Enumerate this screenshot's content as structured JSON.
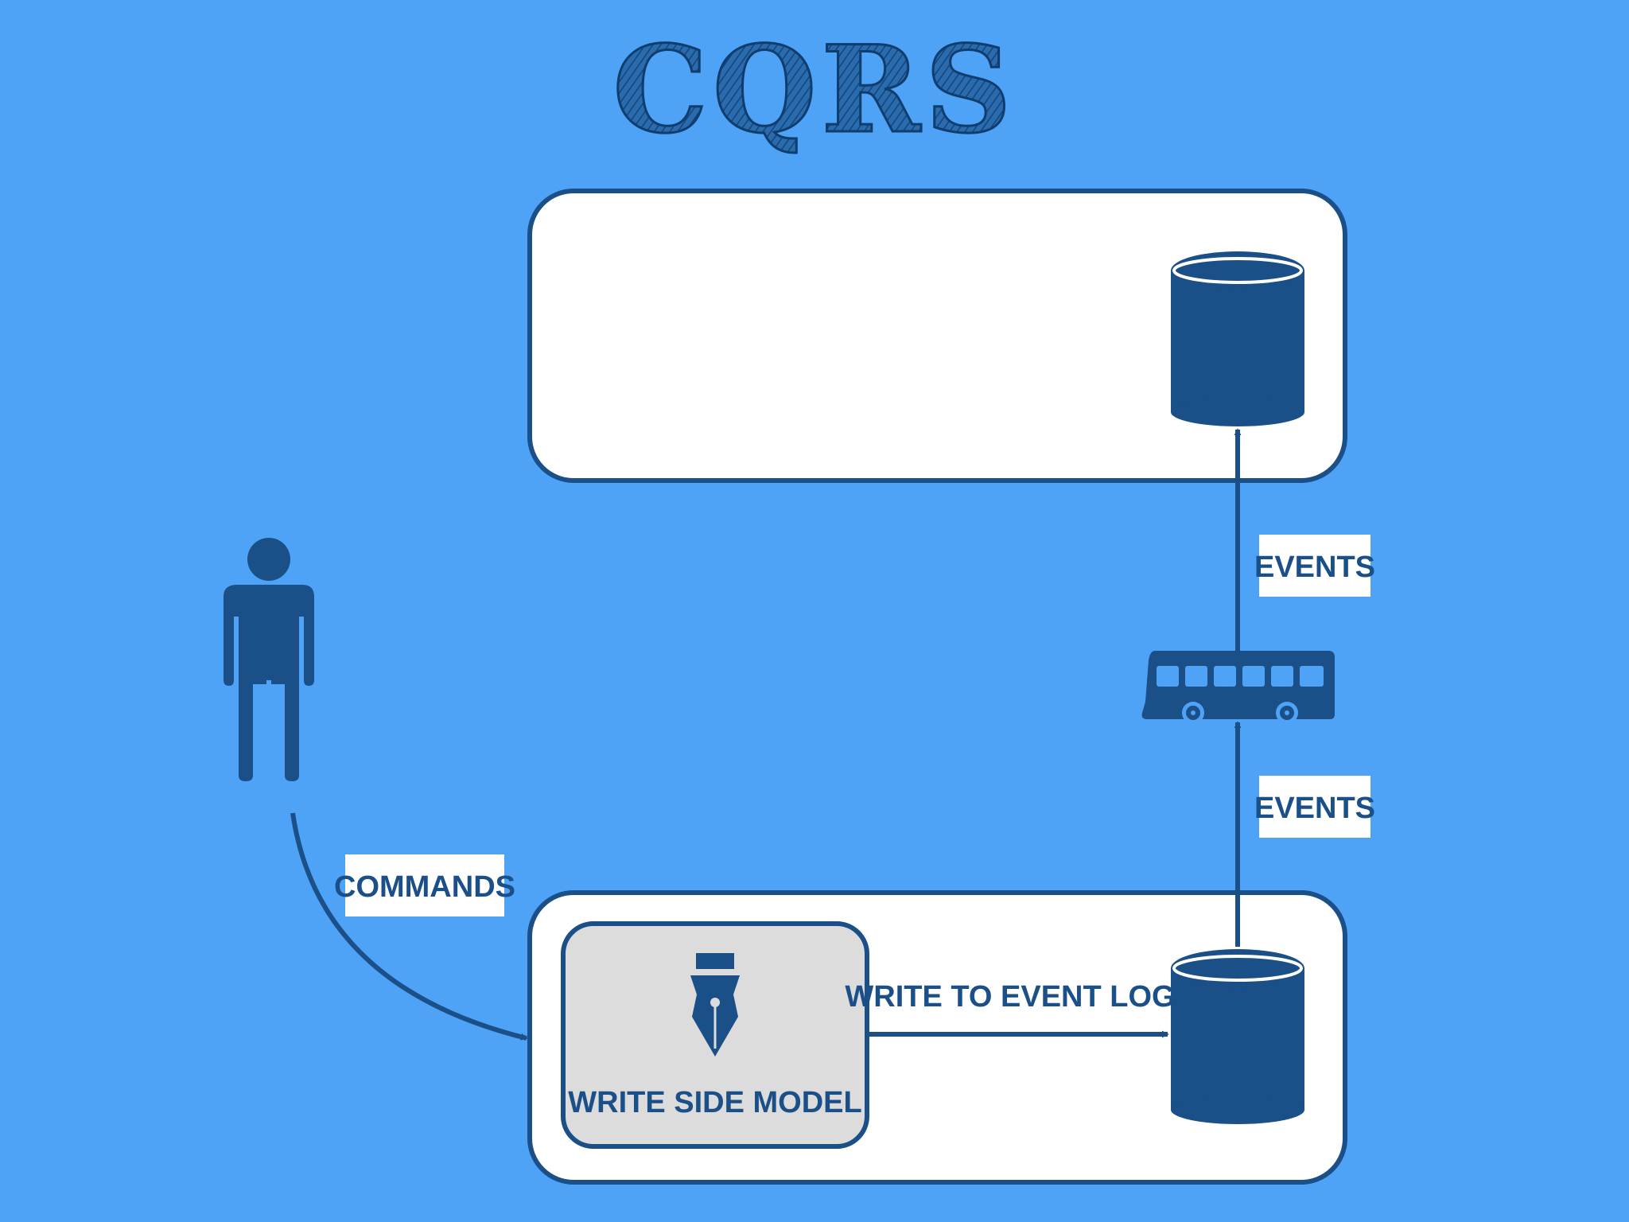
{
  "title": "CQRS",
  "colors": {
    "background": "#4FA3F7",
    "primary": "#1B4F88",
    "panel": "#FFFFFF",
    "model_box": "#DCDCDC"
  },
  "icons": {
    "user": "person-icon",
    "bus": "bus-icon",
    "pen": "fountain-pen-icon",
    "read_store": "database-icon",
    "event_log": "database-icon"
  },
  "labels": {
    "commands": "COMMANDS",
    "write_to_event_log": "WRITE TO EVENT LOG",
    "write_side_model": "WRITE SIDE MODEL",
    "events_upper": "EVENTS",
    "events_lower": "EVENTS"
  }
}
